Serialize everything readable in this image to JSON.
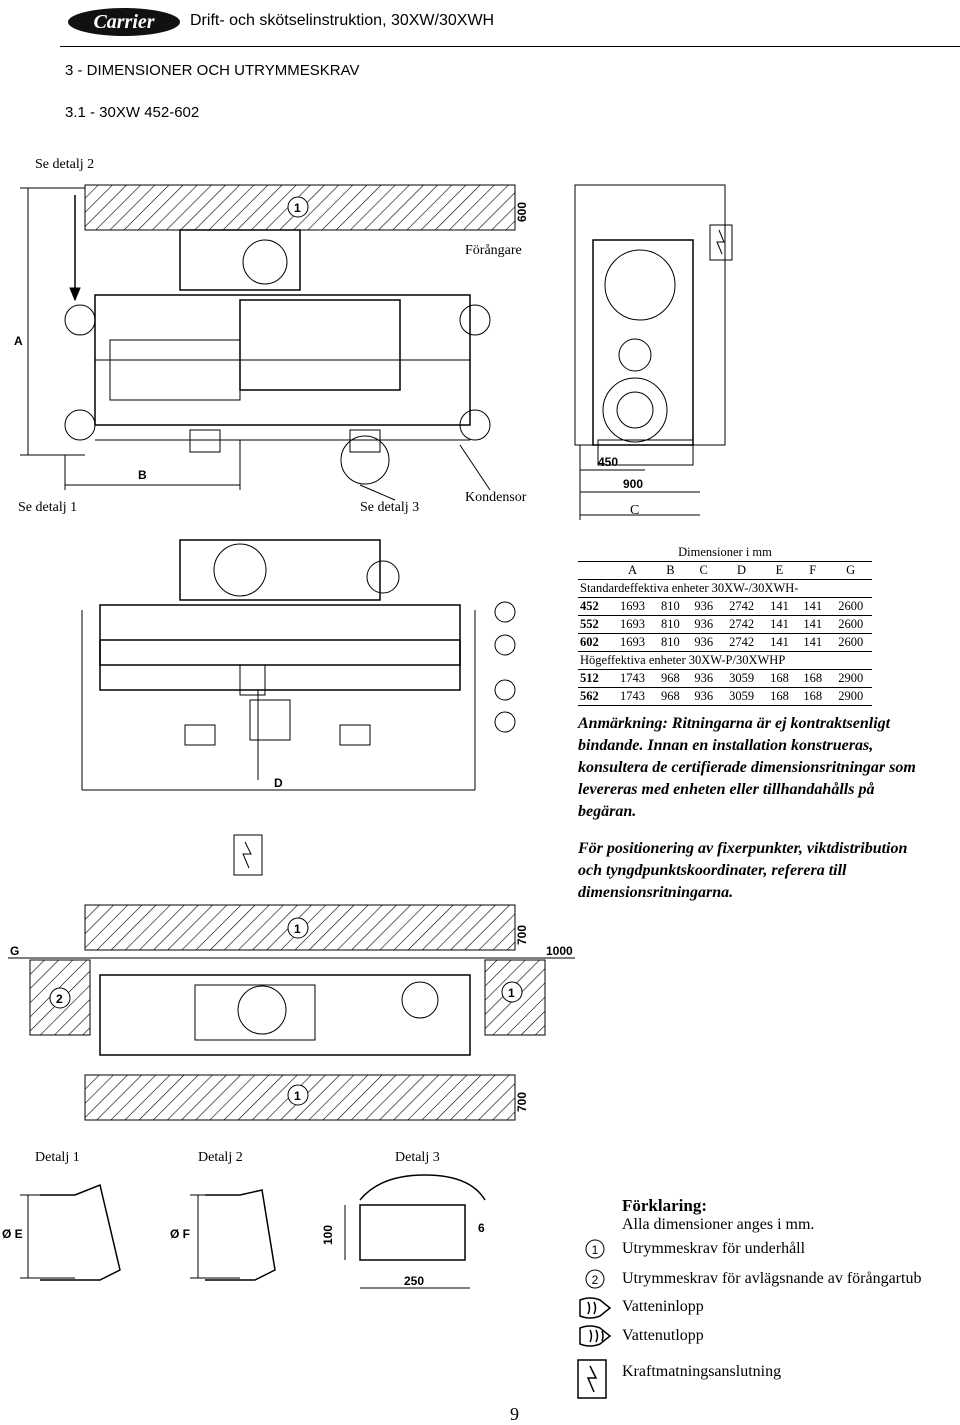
{
  "header": {
    "logo_text": "Carrier",
    "title": "Drift- och skötselinstruktion, 30XW/30XWH"
  },
  "section_heading": "3 - DIMENSIONER OCH UTRYMMESKRAV",
  "subsection_heading": "3.1 - 30XW 452-602",
  "drawing_labels": {
    "se_detalj_2": "Se detalj 2",
    "forangare": "Förångare",
    "se_detalj_1": "Se detalj 1",
    "se_detalj_3": "Se detalj 3",
    "kondensor": "Kondensor",
    "detalj_1": "Detalj 1",
    "detalj_2": "Detalj 2",
    "detalj_3": "Detalj 3"
  },
  "dimension_labels": {
    "a": "A",
    "b": "B",
    "c": "C",
    "d": "D",
    "g": "G",
    "e_dia": "Ø E",
    "f_dia": "Ø F",
    "d600": "600",
    "d700": "700",
    "d1000": "1000",
    "d450": "450",
    "d900": "900",
    "d100": "100",
    "d250": "250",
    "d6": "6",
    "circle_1": "1",
    "circle_2": "2"
  },
  "dimension_table": {
    "caption": "Dimensioner i mm",
    "columns": [
      "A",
      "B",
      "C",
      "D",
      "E",
      "F",
      "G"
    ],
    "groups": [
      {
        "title": "Standardeffektiva enheter 30XW-/30XWH-",
        "rows": [
          {
            "model": "452",
            "values": [
              "1693",
              "810",
              "936",
              "2742",
              "141",
              "141",
              "2600"
            ]
          },
          {
            "model": "552",
            "values": [
              "1693",
              "810",
              "936",
              "2742",
              "141",
              "141",
              "2600"
            ]
          },
          {
            "model": "602",
            "values": [
              "1693",
              "810",
              "936",
              "2742",
              "141",
              "141",
              "2600"
            ]
          }
        ]
      },
      {
        "title": "Högeffektiva enheter 30XW-P/30XWHP",
        "rows": [
          {
            "model": "512",
            "values": [
              "1743",
              "968",
              "936",
              "3059",
              "168",
              "168",
              "2900"
            ]
          },
          {
            "model": "562",
            "values": [
              "1743",
              "968",
              "936",
              "3059",
              "168",
              "168",
              "2900"
            ]
          }
        ]
      }
    ]
  },
  "note_1": "Anmärkning: Ritningarna är ej kontraktsenligt bindande. Innan en installation konstrueras, konsultera de certifierade dimensionsritningar som levereras med enheten eller tillhandahålls på begäran.",
  "note_2": "För positionering av fixerpunkter, viktdistribution och tyngdpunktskoordinater, referera till dimensionsritningarna.",
  "legend": {
    "title": "Förklaring:",
    "intro": "Alla dimensioner anges i mm.",
    "items": [
      {
        "symbol": "1",
        "icon": "circle-1-icon",
        "text": "Utrymmeskrav för underhåll"
      },
      {
        "symbol": "2",
        "icon": "circle-2-icon",
        "text": "Utrymmeskrav för avlägsnande av förångartub"
      },
      {
        "icon": "water-inlet-icon",
        "text": "Vatteninlopp"
      },
      {
        "icon": "water-outlet-icon",
        "text": "Vattenutlopp"
      },
      {
        "icon": "power-supply-icon",
        "text": "Kraftmatningsanslutning"
      }
    ]
  },
  "page_number": "9"
}
